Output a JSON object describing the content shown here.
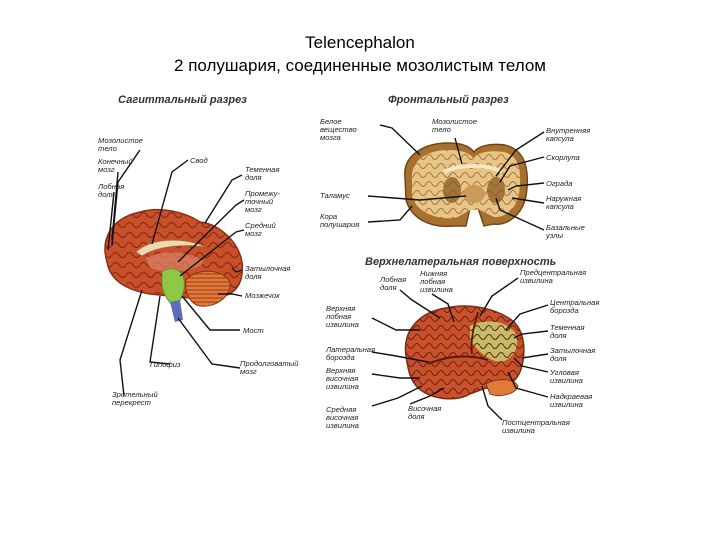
{
  "slide": {
    "title_line1": "Telencephalon",
    "title_line2": "2 полушария, соединенные мозолистым телом"
  },
  "colors": {
    "cortex": "#c8502a",
    "cortex_dark": "#8e2d14",
    "white_matter": "#e7c585",
    "cerebellum": "#e07a3a",
    "brainstem": "#8fc846",
    "lobe_green": "#c3c870",
    "stem_blue": "#5b6fb8"
  },
  "sagittal": {
    "heading": "Сагиттальный разрез",
    "labels": {
      "corpus_callosum": [
        "Мозолистое",
        "тело"
      ],
      "telencephalon": [
        "Конечный",
        "мозг"
      ],
      "frontal_lobe": [
        "Лобная",
        "доля"
      ],
      "fornix": [
        "Свод"
      ],
      "parietal_lobe": [
        "Теменная",
        "доля"
      ],
      "diencephalon": [
        "Промежу-",
        "точный",
        "мозг"
      ],
      "midbrain": [
        "Средний",
        "мозг"
      ],
      "occipital_lobe": [
        "Затылочная",
        "доля"
      ],
      "cerebellum": [
        "Мозжечок"
      ],
      "pons": [
        "Мост"
      ],
      "pituitary": [
        "Гипофиз"
      ],
      "medulla": [
        "Продолговатый",
        "мозг"
      ],
      "optic_chiasm": [
        "Зрительный",
        "перекрест"
      ]
    }
  },
  "frontal": {
    "heading": "Фронтальный разрез",
    "labels": {
      "white_matter": [
        "Белое",
        "вещество",
        "мозга"
      ],
      "corpus_callosum": [
        "Мозолистое",
        "тело"
      ],
      "internal_capsule": [
        "Внутренняя",
        "капсула"
      ],
      "putamen": [
        "Скорлупа"
      ],
      "claustrum": [
        "Ограда"
      ],
      "external_capsule": [
        "Наружная",
        "капсула"
      ],
      "basal_ganglia": [
        "Базальные",
        "узлы"
      ],
      "thalamus": [
        "Таламус"
      ],
      "cortex": [
        "Кора",
        "полушария"
      ]
    }
  },
  "lateral": {
    "heading": "Верхнелатеральная поверхность",
    "labels": {
      "frontal_lobe": [
        "Лобная",
        "доля"
      ],
      "inferior_frontal_gyrus": [
        "Нижняя",
        "лобная",
        "извилина"
      ],
      "precentral_gyrus": [
        "Предцентральная",
        "извилина"
      ],
      "superior_frontal_gyrus": [
        "Верхняя",
        "лобная",
        "извилина"
      ],
      "central_sulcus": [
        "Центральная",
        "борозда"
      ],
      "parietal_lobe": [
        "Теменная",
        "доля"
      ],
      "lateral_sulcus": [
        "Латеральная",
        "борозда"
      ],
      "occipital_lobe": [
        "Затылочная",
        "доля"
      ],
      "superior_temporal_gyrus": [
        "Верхняя",
        "височная",
        "извилина"
      ],
      "angular_gyrus": [
        "Угловая",
        "извилина"
      ],
      "supramarginal_gyrus": [
        "Надкраевая",
        "извилина"
      ],
      "temporal_lobe": [
        "Височная",
        "доля"
      ],
      "middle_temporal_gyrus": [
        "Средняя",
        "височная",
        "извилина"
      ],
      "postcentral_gyrus": [
        "Постцентральная",
        "извилина"
      ]
    }
  }
}
